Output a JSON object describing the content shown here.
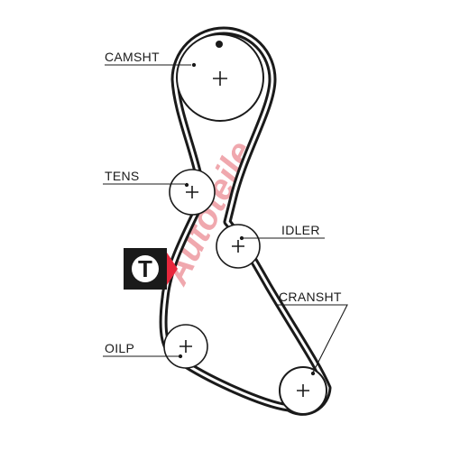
{
  "diagram": {
    "labels": {
      "camshaft": "CAMSHT",
      "tensioner": "TENS",
      "idler": "IDLER",
      "crankshaft": "CRANSHT",
      "oil_pump": "OILP"
    },
    "tension_badge": "T",
    "watermark": "Autoteile",
    "colors": {
      "belt": "#1a1a1a",
      "pulley_fill": "#ffffff",
      "badge_bg": "#1a1a1a",
      "badge_accent": "#e8273c",
      "watermark": "#f0a8ae"
    }
  }
}
